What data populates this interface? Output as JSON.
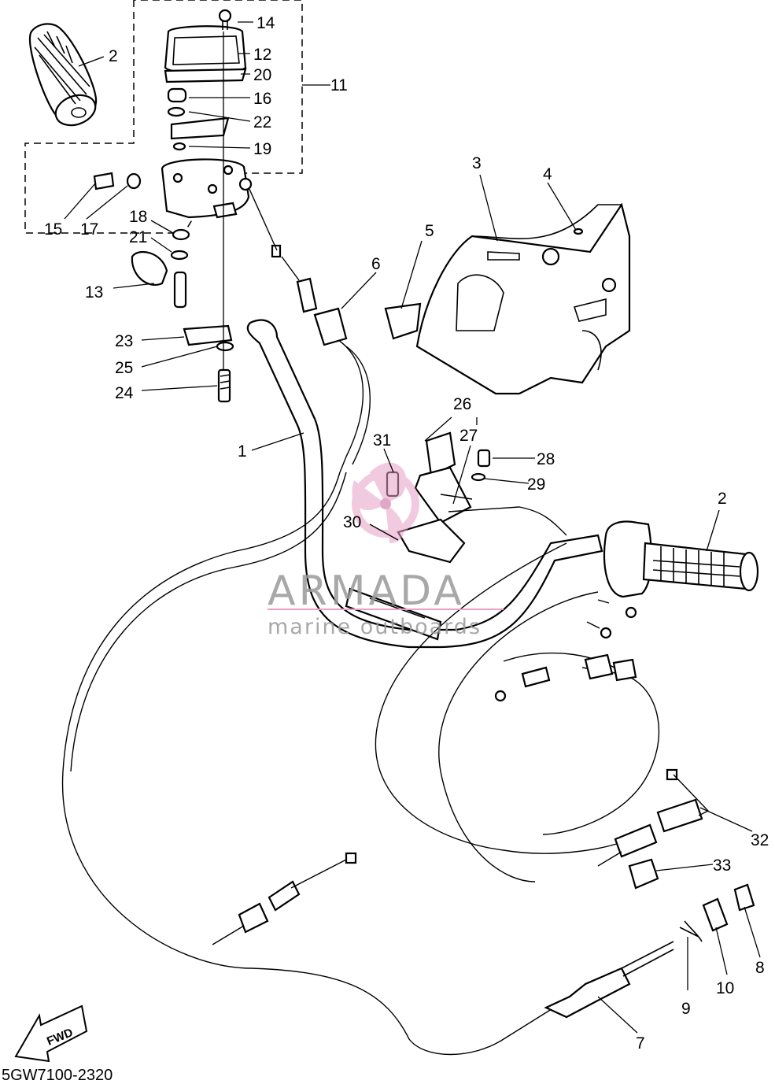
{
  "diagram": {
    "code": "5GW7100-2320",
    "fwd_label": "FWD",
    "watermark": {
      "brand": "ARMADA",
      "tagline": "marine outboards"
    },
    "callouts": [
      "1",
      "2",
      "2",
      "3",
      "4",
      "5",
      "6",
      "7",
      "8",
      "9",
      "10",
      "11",
      "12",
      "13",
      "14",
      "15",
      "16",
      "17",
      "18",
      "19",
      "20",
      "21",
      "22",
      "23",
      "24",
      "25",
      "26",
      "27",
      "28",
      "29",
      "30",
      "31",
      "32",
      "33"
    ]
  }
}
